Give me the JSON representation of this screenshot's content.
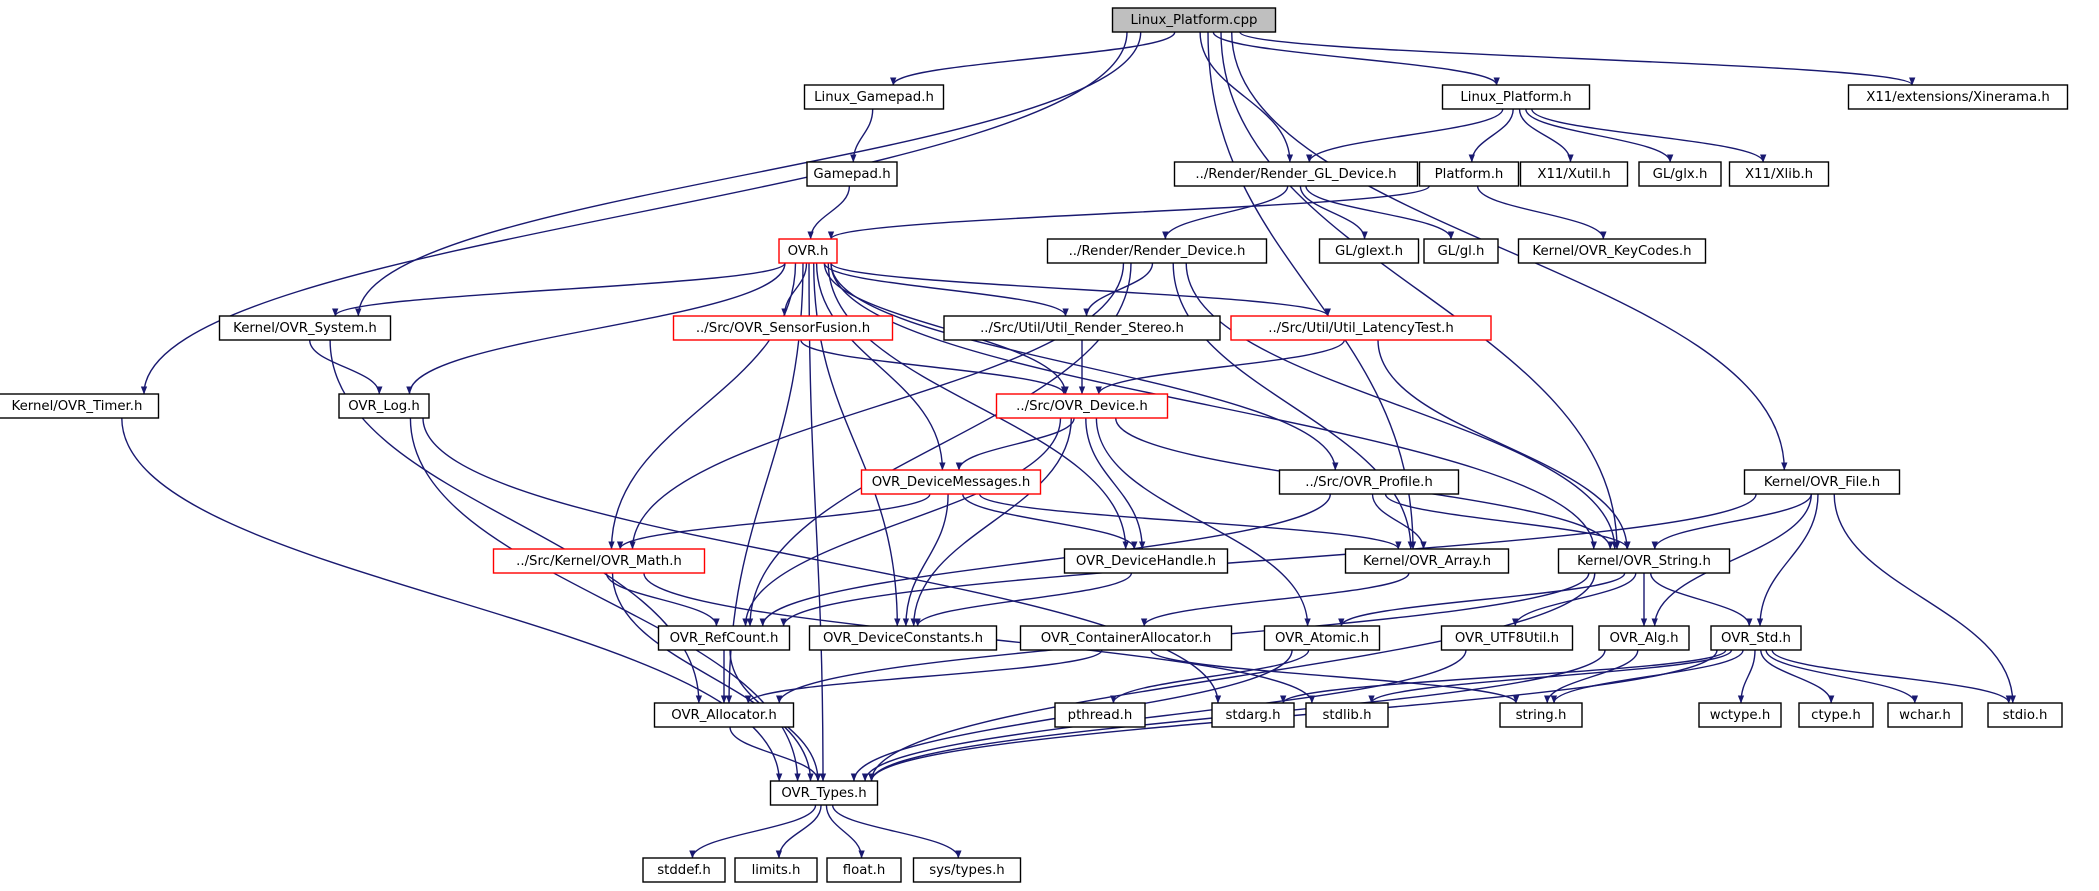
{
  "graph": {
    "colors": {
      "edge": "#191970",
      "root_fill": "#bfbfbf",
      "normal_border": "#000000",
      "red_border": "#ff0000",
      "external_border": "#bfbfbf"
    },
    "nodes": [
      {
        "id": "linux_platform_cpp",
        "label": "Linux_Platform.cpp",
        "kind": "root"
      },
      {
        "id": "linux_gamepad_h",
        "label": "Linux_Gamepad.h",
        "kind": "normal"
      },
      {
        "id": "linux_platform_h",
        "label": "Linux_Platform.h",
        "kind": "normal"
      },
      {
        "id": "x11_xinerama_h",
        "label": "X11/extensions/Xinerama.h",
        "kind": "external"
      },
      {
        "id": "gamepad_h",
        "label": "Gamepad.h",
        "kind": "normal"
      },
      {
        "id": "render_gl_device_h",
        "label": "../Render/Render_GL_Device.h",
        "kind": "normal"
      },
      {
        "id": "platform_h",
        "label": "Platform.h",
        "kind": "normal"
      },
      {
        "id": "x11_xutil_h",
        "label": "X11/Xutil.h",
        "kind": "external"
      },
      {
        "id": "gl_glx_h",
        "label": "GL/glx.h",
        "kind": "external"
      },
      {
        "id": "x11_xlib_h",
        "label": "X11/Xlib.h",
        "kind": "external"
      },
      {
        "id": "ovr_h",
        "label": "OVR.h",
        "kind": "red"
      },
      {
        "id": "render_device_h",
        "label": "../Render/Render_Device.h",
        "kind": "normal"
      },
      {
        "id": "gl_glext_h",
        "label": "GL/glext.h",
        "kind": "external"
      },
      {
        "id": "gl_gl_h",
        "label": "GL/gl.h",
        "kind": "external"
      },
      {
        "id": "kernel_ovr_keycodes_h",
        "label": "Kernel/OVR_KeyCodes.h",
        "kind": "normal"
      },
      {
        "id": "kernel_ovr_system_h",
        "label": "Kernel/OVR_System.h",
        "kind": "normal"
      },
      {
        "id": "ovr_sensorfusion_h",
        "label": "../Src/OVR_SensorFusion.h",
        "kind": "red"
      },
      {
        "id": "util_render_stereo_h",
        "label": "../Src/Util/Util_Render_Stereo.h",
        "kind": "normal"
      },
      {
        "id": "util_latencytest_h",
        "label": "../Src/Util/Util_LatencyTest.h",
        "kind": "red"
      },
      {
        "id": "kernel_ovr_timer_h",
        "label": "Kernel/OVR_Timer.h",
        "kind": "normal"
      },
      {
        "id": "ovr_log_h",
        "label": "OVR_Log.h",
        "kind": "normal"
      },
      {
        "id": "ovr_device_h",
        "label": "../Src/OVR_Device.h",
        "kind": "red"
      },
      {
        "id": "ovr_devicemessages_h",
        "label": "OVR_DeviceMessages.h",
        "kind": "red"
      },
      {
        "id": "ovr_profile_h",
        "label": "../Src/OVR_Profile.h",
        "kind": "normal"
      },
      {
        "id": "kernel_ovr_file_h",
        "label": "Kernel/OVR_File.h",
        "kind": "normal"
      },
      {
        "id": "kernel_ovr_math_h",
        "label": "../Src/Kernel/OVR_Math.h",
        "kind": "red"
      },
      {
        "id": "ovr_devicehandle_h",
        "label": "OVR_DeviceHandle.h",
        "kind": "normal"
      },
      {
        "id": "kernel_ovr_array_h",
        "label": "Kernel/OVR_Array.h",
        "kind": "normal"
      },
      {
        "id": "kernel_ovr_string_h",
        "label": "Kernel/OVR_String.h",
        "kind": "normal"
      },
      {
        "id": "ovr_refcount_h",
        "label": "OVR_RefCount.h",
        "kind": "normal"
      },
      {
        "id": "ovr_deviceconstants_h",
        "label": "OVR_DeviceConstants.h",
        "kind": "normal"
      },
      {
        "id": "ovr_containerallocator_h",
        "label": "OVR_ContainerAllocator.h",
        "kind": "normal"
      },
      {
        "id": "ovr_atomic_h",
        "label": "OVR_Atomic.h",
        "kind": "normal"
      },
      {
        "id": "ovr_utf8util_h",
        "label": "OVR_UTF8Util.h",
        "kind": "normal"
      },
      {
        "id": "ovr_alg_h",
        "label": "OVR_Alg.h",
        "kind": "normal"
      },
      {
        "id": "ovr_std_h",
        "label": "OVR_Std.h",
        "kind": "normal"
      },
      {
        "id": "ovr_allocator_h",
        "label": "OVR_Allocator.h",
        "kind": "normal"
      },
      {
        "id": "pthread_h",
        "label": "pthread.h",
        "kind": "external"
      },
      {
        "id": "stdarg_h",
        "label": "stdarg.h",
        "kind": "external"
      },
      {
        "id": "stdlib_h",
        "label": "stdlib.h",
        "kind": "external"
      },
      {
        "id": "string_h",
        "label": "string.h",
        "kind": "external"
      },
      {
        "id": "wctype_h",
        "label": "wctype.h",
        "kind": "external"
      },
      {
        "id": "ctype_h",
        "label": "ctype.h",
        "kind": "external"
      },
      {
        "id": "wchar_h",
        "label": "wchar.h",
        "kind": "external"
      },
      {
        "id": "stdio_h",
        "label": "stdio.h",
        "kind": "external"
      },
      {
        "id": "ovr_types_h",
        "label": "OVR_Types.h",
        "kind": "normal"
      },
      {
        "id": "stddef_h",
        "label": "stddef.h",
        "kind": "external"
      },
      {
        "id": "limits_h",
        "label": "limits.h",
        "kind": "external"
      },
      {
        "id": "float_h",
        "label": "float.h",
        "kind": "external"
      },
      {
        "id": "sys_types_h",
        "label": "sys/types.h",
        "kind": "external"
      }
    ],
    "edges": [
      [
        "linux_platform_cpp",
        "linux_gamepad_h"
      ],
      [
        "linux_platform_cpp",
        "linux_platform_h"
      ],
      [
        "linux_platform_cpp",
        "x11_xinerama_h"
      ],
      [
        "linux_platform_cpp",
        "render_gl_device_h"
      ],
      [
        "linux_platform_cpp",
        "kernel_ovr_system_h"
      ],
      [
        "linux_platform_cpp",
        "kernel_ovr_timer_h"
      ],
      [
        "linux_platform_cpp",
        "kernel_ovr_file_h"
      ],
      [
        "linux_platform_cpp",
        "kernel_ovr_array_h"
      ],
      [
        "linux_platform_cpp",
        "kernel_ovr_string_h"
      ],
      [
        "linux_gamepad_h",
        "gamepad_h"
      ],
      [
        "gamepad_h",
        "ovr_h"
      ],
      [
        "linux_platform_h",
        "render_gl_device_h"
      ],
      [
        "linux_platform_h",
        "platform_h"
      ],
      [
        "linux_platform_h",
        "x11_xutil_h"
      ],
      [
        "linux_platform_h",
        "gl_glx_h"
      ],
      [
        "linux_platform_h",
        "x11_xlib_h"
      ],
      [
        "render_gl_device_h",
        "render_device_h"
      ],
      [
        "render_gl_device_h",
        "gl_glext_h"
      ],
      [
        "render_gl_device_h",
        "gl_gl_h"
      ],
      [
        "platform_h",
        "ovr_h"
      ],
      [
        "platform_h",
        "kernel_ovr_keycodes_h"
      ],
      [
        "render_device_h",
        "util_render_stereo_h"
      ],
      [
        "render_device_h",
        "kernel_ovr_math_h"
      ],
      [
        "render_device_h",
        "ovr_refcount_h"
      ],
      [
        "render_device_h",
        "kernel_ovr_string_h"
      ],
      [
        "render_device_h",
        "kernel_ovr_array_h"
      ],
      [
        "ovr_h",
        "kernel_ovr_system_h"
      ],
      [
        "ovr_h",
        "ovr_sensorfusion_h"
      ],
      [
        "ovr_h",
        "util_render_stereo_h"
      ],
      [
        "ovr_h",
        "util_latencytest_h"
      ],
      [
        "ovr_h",
        "ovr_log_h"
      ],
      [
        "ovr_h",
        "ovr_device_h"
      ],
      [
        "ovr_h",
        "ovr_devicemessages_h"
      ],
      [
        "ovr_h",
        "ovr_profile_h"
      ],
      [
        "ovr_h",
        "kernel_ovr_math_h"
      ],
      [
        "ovr_h",
        "ovr_devicehandle_h"
      ],
      [
        "ovr_h",
        "kernel_ovr_string_h"
      ],
      [
        "ovr_h",
        "ovr_deviceconstants_h"
      ],
      [
        "ovr_h",
        "ovr_allocator_h"
      ],
      [
        "ovr_h",
        "ovr_types_h"
      ],
      [
        "kernel_ovr_system_h",
        "ovr_log_h"
      ],
      [
        "kernel_ovr_system_h",
        "ovr_allocator_h"
      ],
      [
        "ovr_sensorfusion_h",
        "ovr_device_h"
      ],
      [
        "util_render_stereo_h",
        "ovr_device_h"
      ],
      [
        "util_latencytest_h",
        "ovr_device_h"
      ],
      [
        "util_latencytest_h",
        "kernel_ovr_string_h"
      ],
      [
        "kernel_ovr_timer_h",
        "ovr_types_h"
      ],
      [
        "ovr_log_h",
        "ovr_types_h"
      ],
      [
        "ovr_log_h",
        "stdarg_h"
      ],
      [
        "ovr_device_h",
        "ovr_devicemessages_h"
      ],
      [
        "ovr_device_h",
        "ovr_devicehandle_h"
      ],
      [
        "ovr_device_h",
        "kernel_ovr_string_h"
      ],
      [
        "ovr_device_h",
        "ovr_refcount_h"
      ],
      [
        "ovr_device_h",
        "ovr_deviceconstants_h"
      ],
      [
        "ovr_device_h",
        "ovr_atomic_h"
      ],
      [
        "ovr_devicemessages_h",
        "kernel_ovr_math_h"
      ],
      [
        "ovr_devicemessages_h",
        "ovr_devicehandle_h"
      ],
      [
        "ovr_devicemessages_h",
        "kernel_ovr_array_h"
      ],
      [
        "ovr_devicemessages_h",
        "ovr_deviceconstants_h"
      ],
      [
        "ovr_profile_h",
        "kernel_ovr_array_h"
      ],
      [
        "ovr_profile_h",
        "kernel_ovr_string_h"
      ],
      [
        "ovr_profile_h",
        "ovr_refcount_h"
      ],
      [
        "kernel_ovr_file_h",
        "kernel_ovr_string_h"
      ],
      [
        "kernel_ovr_file_h",
        "ovr_alg_h"
      ],
      [
        "kernel_ovr_file_h",
        "ovr_std_h"
      ],
      [
        "kernel_ovr_file_h",
        "stdio_h"
      ],
      [
        "kernel_ovr_file_h",
        "ovr_refcount_h"
      ],
      [
        "kernel_ovr_math_h",
        "ovr_refcount_h"
      ],
      [
        "kernel_ovr_math_h",
        "ovr_types_h"
      ],
      [
        "kernel_ovr_math_h",
        "stdlib_h"
      ],
      [
        "ovr_devicehandle_h",
        "ovr_deviceconstants_h"
      ],
      [
        "kernel_ovr_array_h",
        "ovr_containerallocator_h"
      ],
      [
        "kernel_ovr_string_h",
        "ovr_atomic_h"
      ],
      [
        "kernel_ovr_string_h",
        "ovr_utf8util_h"
      ],
      [
        "kernel_ovr_string_h",
        "ovr_alg_h"
      ],
      [
        "kernel_ovr_string_h",
        "ovr_std_h"
      ],
      [
        "kernel_ovr_string_h",
        "ovr_types_h"
      ],
      [
        "kernel_ovr_string_h",
        "ovr_allocator_h"
      ],
      [
        "ovr_refcount_h",
        "ovr_allocator_h"
      ],
      [
        "ovr_refcount_h",
        "ovr_types_h"
      ],
      [
        "ovr_containerallocator_h",
        "ovr_allocator_h"
      ],
      [
        "ovr_containerallocator_h",
        "string_h"
      ],
      [
        "ovr_atomic_h",
        "pthread_h"
      ],
      [
        "ovr_atomic_h",
        "ovr_types_h"
      ],
      [
        "ovr_utf8util_h",
        "ovr_types_h"
      ],
      [
        "ovr_alg_h",
        "string_h"
      ],
      [
        "ovr_alg_h",
        "ovr_types_h"
      ],
      [
        "ovr_std_h",
        "ovr_types_h"
      ],
      [
        "ovr_std_h",
        "stdarg_h"
      ],
      [
        "ovr_std_h",
        "stdlib_h"
      ],
      [
        "ovr_std_h",
        "string_h"
      ],
      [
        "ovr_std_h",
        "wctype_h"
      ],
      [
        "ovr_std_h",
        "ctype_h"
      ],
      [
        "ovr_std_h",
        "wchar_h"
      ],
      [
        "ovr_std_h",
        "stdio_h"
      ],
      [
        "ovr_allocator_h",
        "ovr_types_h"
      ],
      [
        "ovr_types_h",
        "stddef_h"
      ],
      [
        "ovr_types_h",
        "limits_h"
      ],
      [
        "ovr_types_h",
        "float_h"
      ],
      [
        "ovr_types_h",
        "sys_types_h"
      ]
    ]
  }
}
